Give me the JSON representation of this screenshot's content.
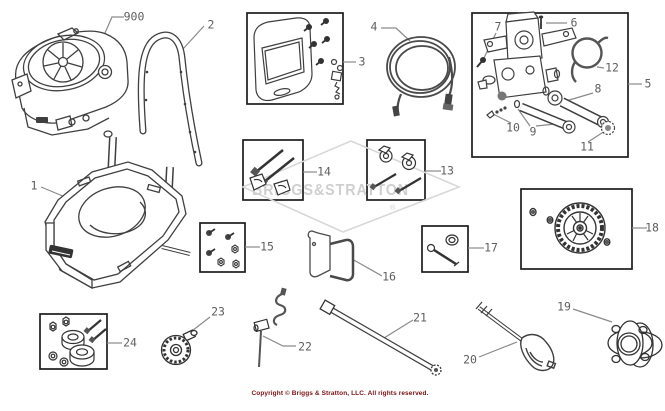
{
  "watermark": {
    "brand": "BRIGGS&STRATTON",
    "registered": "®"
  },
  "footer": {
    "copyright": "Copyright © Briggs & Stratton, LLC. All rights reserved."
  },
  "callouts": {
    "n900": "900",
    "n1": "1",
    "n2": "2",
    "n3": "3",
    "n4": "4",
    "n5": "5",
    "n6": "6",
    "n7": "7",
    "n8": "8",
    "n9": "9",
    "n10": "10",
    "n11": "11",
    "n12": "12",
    "n13": "13",
    "n14": "14",
    "n15": "15",
    "n16": "16",
    "n17": "17",
    "n18": "18",
    "n19": "19",
    "n20": "20",
    "n21": "21",
    "n22": "22",
    "n23": "23",
    "n24": "24"
  }
}
